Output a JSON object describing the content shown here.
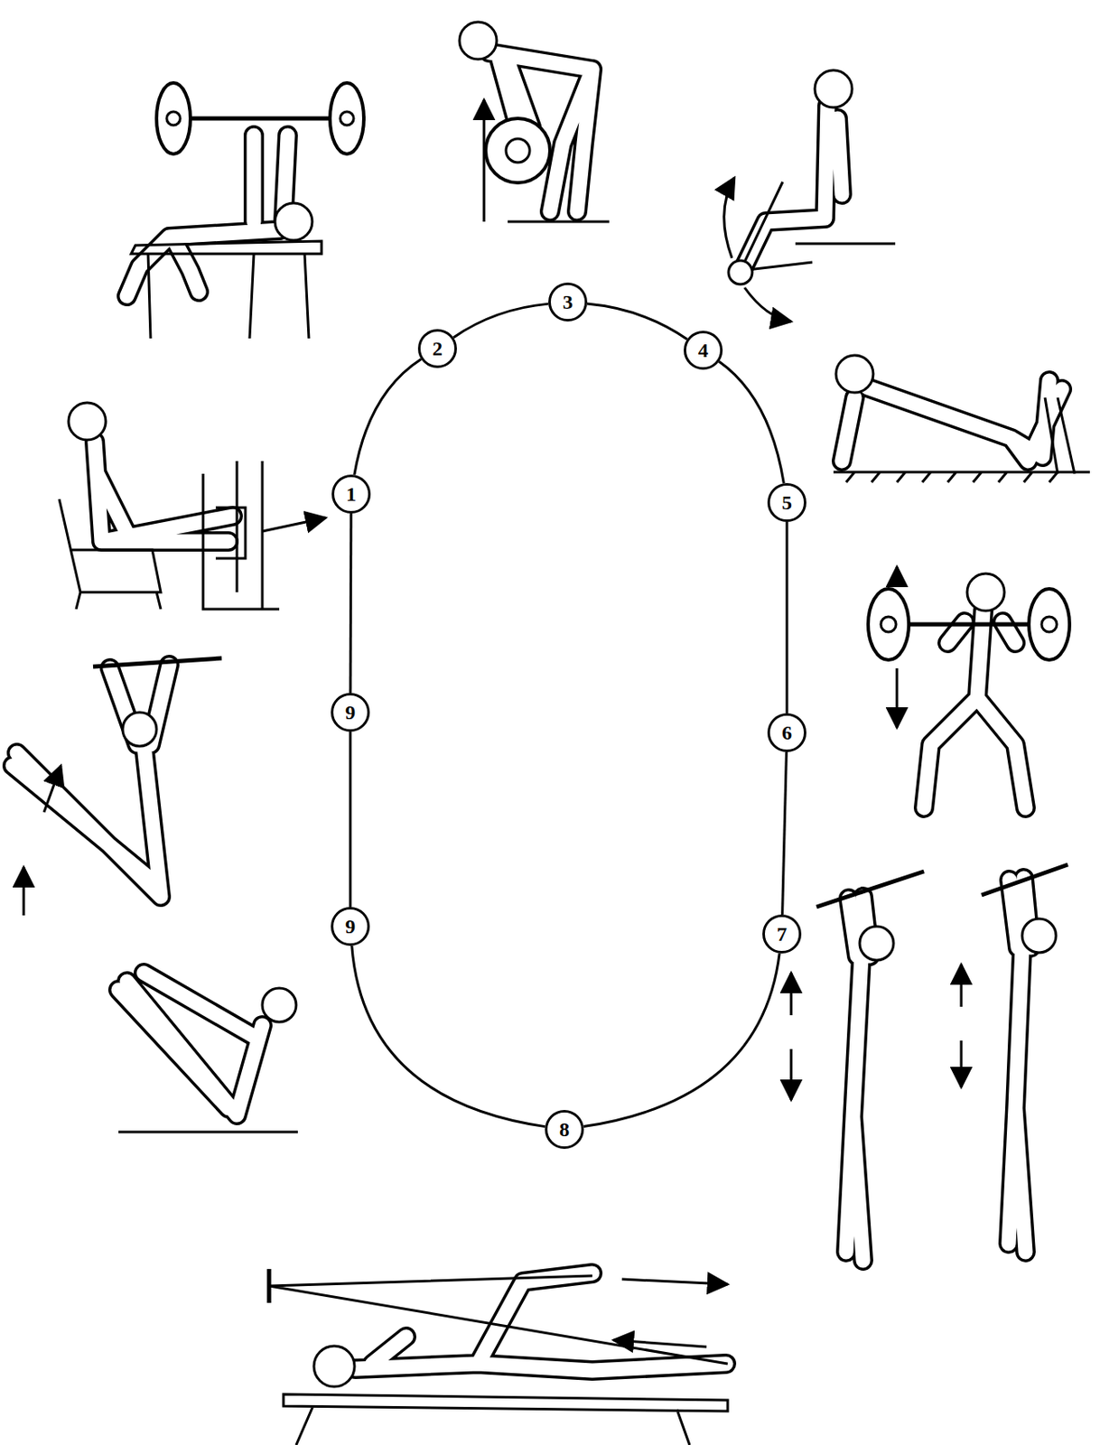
{
  "diagram": {
    "nodes": [
      {
        "text": [
          "1"
        ]
      },
      {
        "text": [
          "2"
        ]
      },
      {
        "text": [
          "3"
        ]
      },
      {
        "text": [
          "4"
        ]
      },
      {
        "text": [
          "5"
        ]
      },
      {
        "text": [
          "6"
        ]
      },
      {
        "text": [
          "7"
        ]
      },
      {
        "text": [
          "8"
        ]
      },
      {
        "text": [
          "9"
        ]
      },
      {
        "text": [
          "9"
        ]
      }
    ],
    "edges": [
      {
        "from": 0,
        "to": 1,
        "arrow": "none"
      },
      {
        "from": 1,
        "to": 2,
        "arrow": "none"
      },
      {
        "from": 2,
        "to": 3,
        "arrow": "none"
      },
      {
        "from": 3,
        "to": 4,
        "arrow": "none"
      },
      {
        "from": 4,
        "to": 5,
        "arrow": "none"
      },
      {
        "from": 5,
        "to": 6,
        "arrow": "none"
      },
      {
        "from": 6,
        "to": 7,
        "arrow": "none"
      },
      {
        "from": 7,
        "to": 8,
        "arrow": "none"
      },
      {
        "from": 8,
        "to": 9,
        "arrow": "none"
      },
      {
        "from": 9,
        "to": 0,
        "arrow": "none"
      }
    ]
  }
}
